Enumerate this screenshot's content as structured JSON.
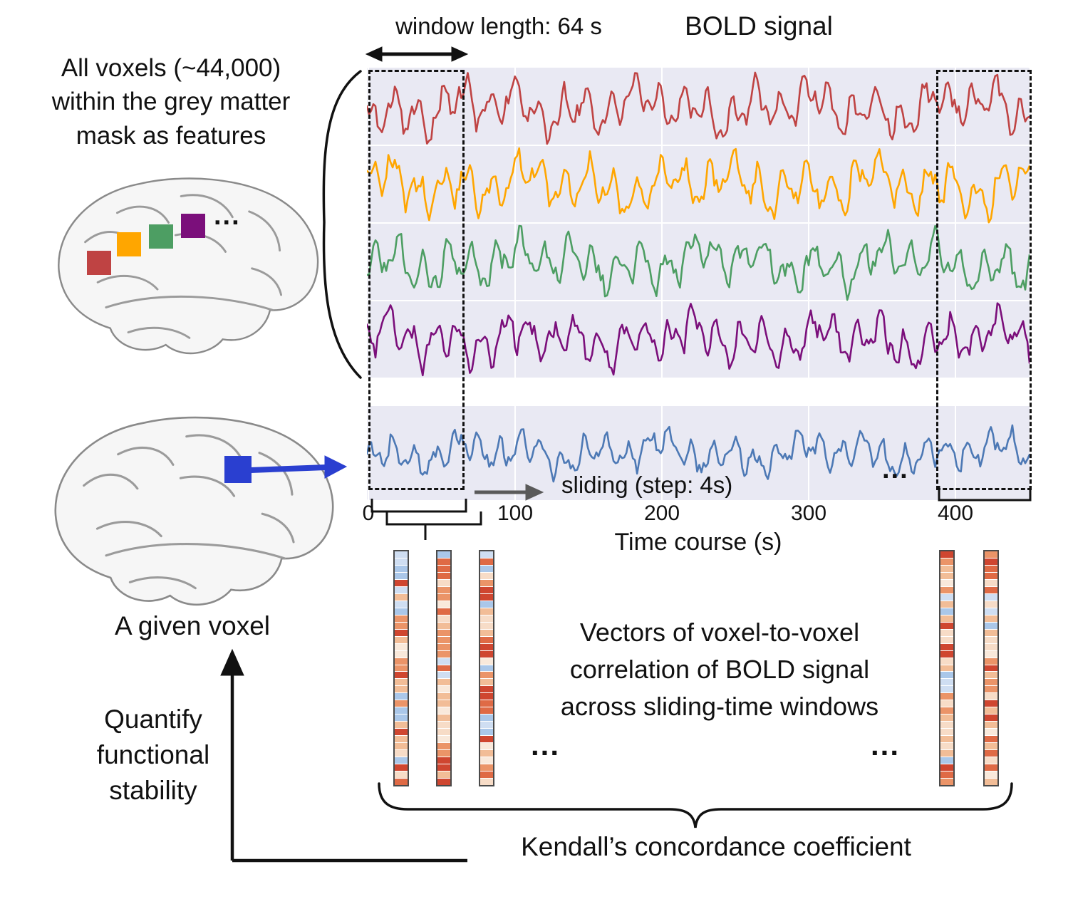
{
  "labels": {
    "window_length": "window length: 64 s",
    "bold_signal": "BOLD signal",
    "all_voxels_lines": [
      "All voxels (~44,000)",
      "within the grey matter",
      "mask as features"
    ],
    "given_voxel": "A given voxel",
    "quantify_lines": [
      "Quantify",
      "functional",
      "stability"
    ],
    "sliding": "sliding (step: 4s)",
    "time_course": "Time course (s)",
    "vectors_lines": [
      "Vectors of voxel-to-voxel",
      "correlation of BOLD signal",
      "across sliding-time windows"
    ],
    "kendall": "Kendall’s concordance coefficient",
    "ellipsis": "..."
  },
  "axis": {
    "ticks": [
      "0",
      "100",
      "200",
      "300",
      "400"
    ]
  },
  "signals": {
    "names": [
      "voxel-red",
      "voxel-orange",
      "voxel-green",
      "voxel-purple",
      "given-voxel-blue"
    ],
    "colors": [
      "#bf4343",
      "#ffa600",
      "#4d9e63",
      "#7b0f7b",
      "#4d79b5"
    ],
    "panel_bg": "#e9e9f3",
    "grid_color": "#ffffff"
  },
  "voxel_squares": {
    "blue": "#2a3fd0"
  },
  "vectors": {
    "cells_per_vector": 33,
    "weighted_palette": [
      "#f7dcc7",
      "#f2bd97",
      "#eb9468",
      "#df6a45",
      "#cf4630",
      "#f7dcc7",
      "#f2bd97",
      "#eb9468",
      "#cfdef2",
      "#aac7e9",
      "#f9e9db",
      "#df6a45",
      "#f2bd97",
      "#cf4630",
      "#eb9468",
      "#f7dcc7"
    ]
  },
  "arrows": {
    "blue": "#2a3fd0",
    "grey": "#5a5a5a",
    "black": "#111111"
  }
}
